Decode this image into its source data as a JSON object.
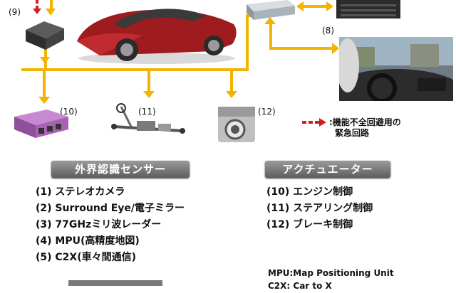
{
  "colors": {
    "connector": "#f2b400",
    "emergency": "#d61c1c"
  },
  "labels": {
    "n9": "(9)",
    "n8": "(8)",
    "n10": "(10)",
    "n11": "(11)",
    "n12": "(12)"
  },
  "legend": {
    "emergency_line1": ":機能不全回避用の",
    "emergency_line2": "緊急回路"
  },
  "sensors": {
    "title": "外界認識センサー",
    "items": [
      "(1) ステレオカメラ",
      "(2) Surround Eye/電子ミラー",
      "(3) 77GHzミリ波レーダー",
      "(4) MPU(高精度地図)",
      "(5) C2X(車々間通信)"
    ]
  },
  "actuators": {
    "title": "アクチュエーター",
    "items": [
      "(10) エンジン制御",
      "(11) ステアリング制御",
      "(12) ブレーキ制御"
    ]
  },
  "footnote": {
    "mpu": "MPU:Map Positioning Unit",
    "c2x": "C2X: Car to X"
  },
  "icons": [
    "car-icon",
    "ecu-box-icon",
    "controller-unit-icon",
    "server-module-icon",
    "driver-cockpit-icon",
    "engine-ecu-icon",
    "steering-rack-icon",
    "brake-actuator-icon"
  ]
}
